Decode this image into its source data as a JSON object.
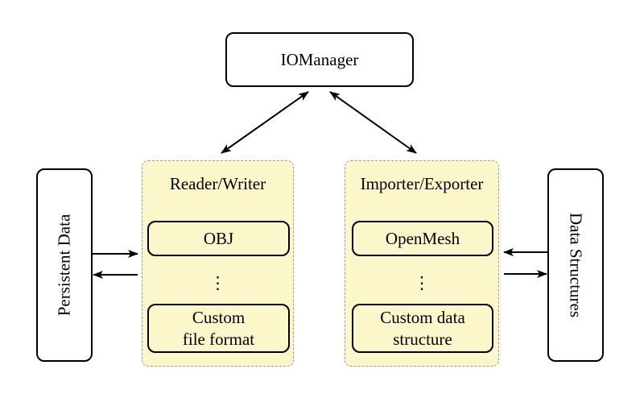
{
  "colors": {
    "group_fill": "#fbf7ca",
    "group_border": "#9a9a9a",
    "node_fill": "#ffffff",
    "line_color": "#000000"
  },
  "nodes": {
    "iomanager": {
      "label": "IOManager"
    },
    "persistent_data": {
      "label": "Persistent Data"
    },
    "data_structures": {
      "label": "Data Structures"
    }
  },
  "groups": {
    "reader_writer": {
      "title": "Reader/Writer",
      "item_top": "OBJ",
      "ellipsis": "⋮",
      "item_bottom_line1": "Custom",
      "item_bottom_line2": "file format"
    },
    "importer_exporter": {
      "title": "Importer/Exporter",
      "item_top": "OpenMesh",
      "ellipsis": "⋮",
      "item_bottom_line1": "Custom data",
      "item_bottom_line2": "structure"
    }
  }
}
